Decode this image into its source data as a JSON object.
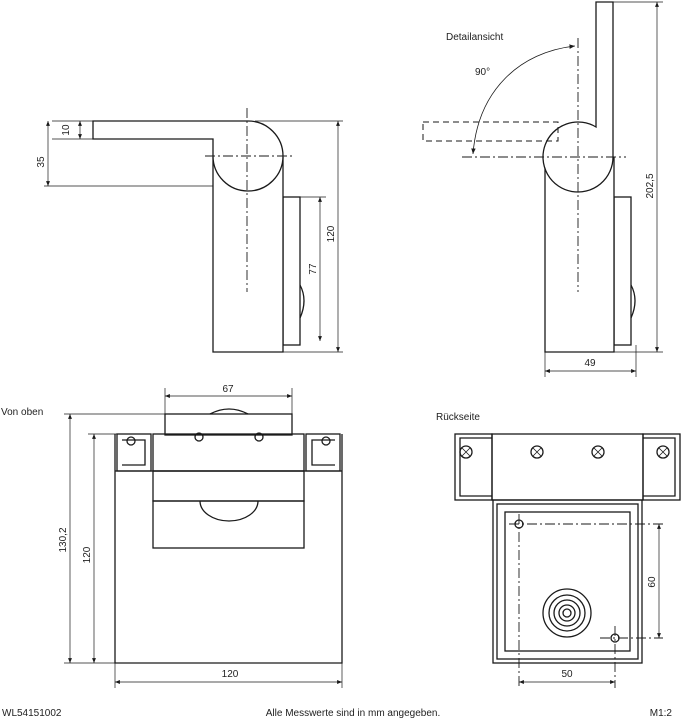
{
  "document": {
    "article_number": "WL54151002",
    "note": "Alle Messwerte sind in mm angegeben.",
    "scale": "M1:2"
  },
  "views": {
    "detail_label": "Detailansicht",
    "top_label": "Von oben",
    "back_label": "Rückseite",
    "angle_label": "90°"
  },
  "dimensions": {
    "side_10": "10",
    "side_35": "35",
    "side_77": "77",
    "side_120": "120",
    "detail_202": "202,5",
    "detail_49": "49",
    "top_67": "67",
    "top_130": "130,2",
    "top_120_height": "120",
    "top_120_width": "120",
    "back_60": "60",
    "back_50": "50"
  }
}
